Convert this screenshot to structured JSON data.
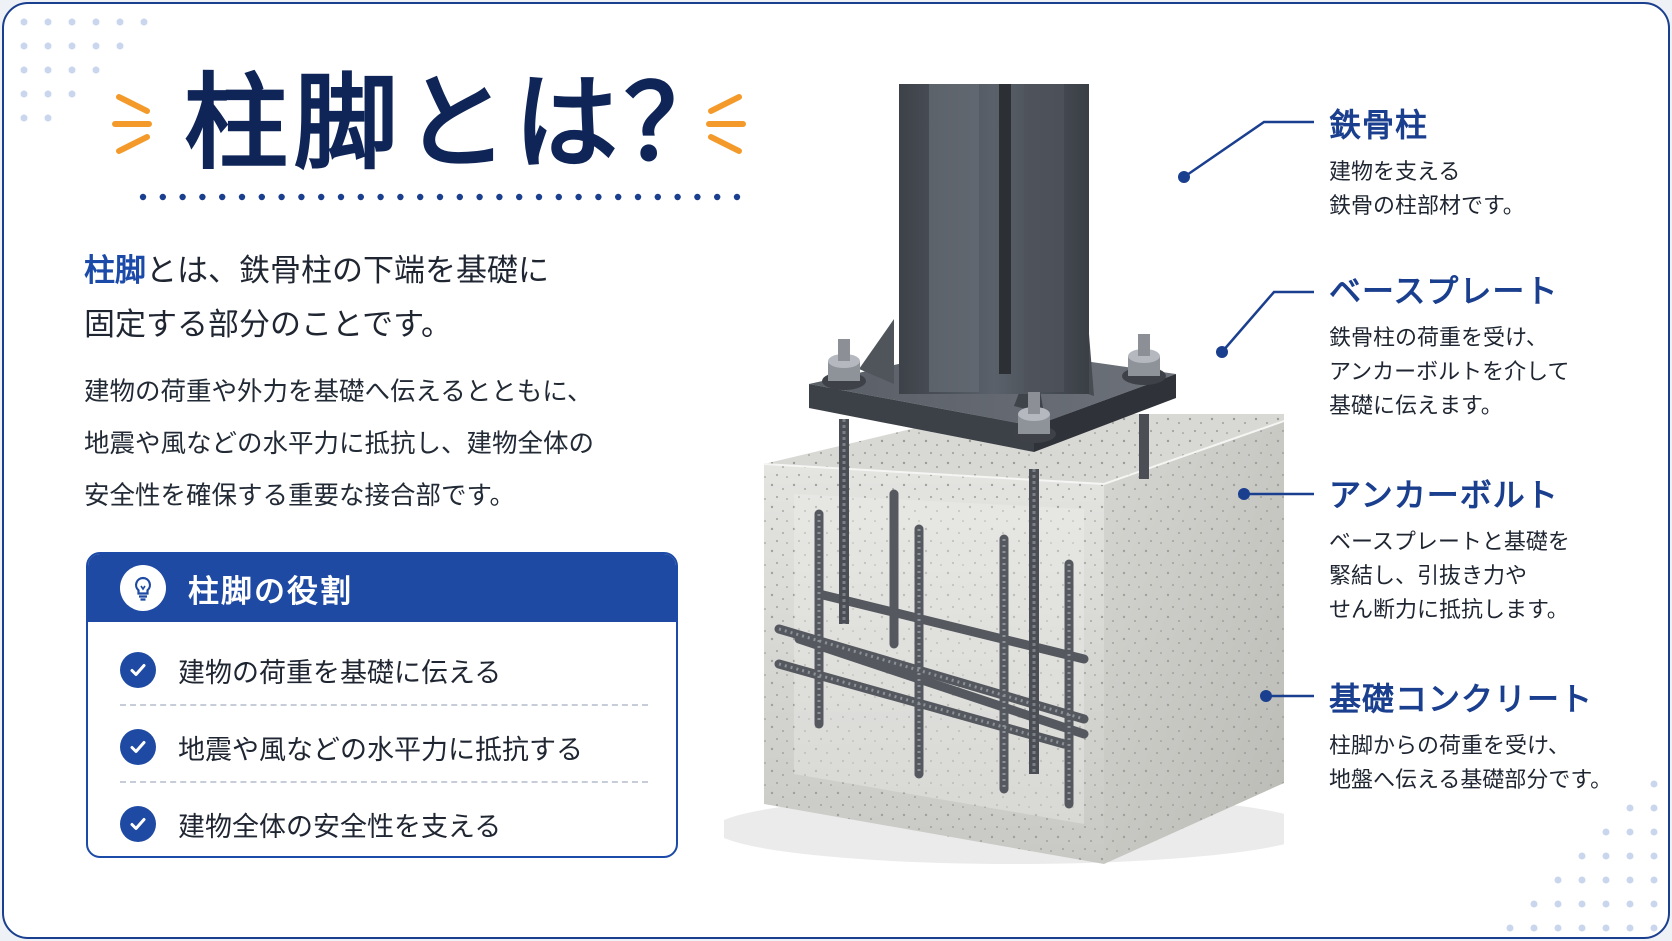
{
  "title": "柱脚とは？",
  "intro": {
    "highlight": "柱脚",
    "line1_rest": "とは、鉄骨柱の下端を基礎に",
    "line2": "固定する部分のことです。"
  },
  "description": {
    "line1": "建物の荷重や外力を基礎へ伝えるとともに、",
    "line2": "地震や風などの水平力に抵抗し、建物全体の",
    "line3": "安全性を確保する重要な接合部です。"
  },
  "roles": {
    "title": "柱脚の役割",
    "items": [
      "建物の荷重を基礎に伝える",
      "地震や風などの水平力に抵抗する",
      "建物全体の安全性を支える"
    ]
  },
  "labels": [
    {
      "title": "鉄骨柱",
      "lines": [
        "建物を支える",
        "鉄骨の柱部材です。"
      ]
    },
    {
      "title": "ベースプレート",
      "lines": [
        "鉄骨柱の荷重を受け、",
        "アンカーボルトを介して",
        "基礎に伝えます。"
      ]
    },
    {
      "title": "アンカーボルト",
      "lines": [
        "ベースプレートと基礎を",
        "緊結し、引抜き力や",
        "せん断力に抵抗します。"
      ]
    },
    {
      "title": "基礎コンクリート",
      "lines": [
        "柱脚からの荷重を受け、",
        "地盤へ伝える基礎部分です。"
      ]
    }
  ],
  "colors": {
    "navy": "#0f2557",
    "accent_blue": "#1f4aa3",
    "orange": "#f39a2b",
    "steel": "#4a4f57",
    "concrete": "#d9d9d6"
  },
  "icons": [
    "lightbulb-icon",
    "check-circle-icon"
  ]
}
